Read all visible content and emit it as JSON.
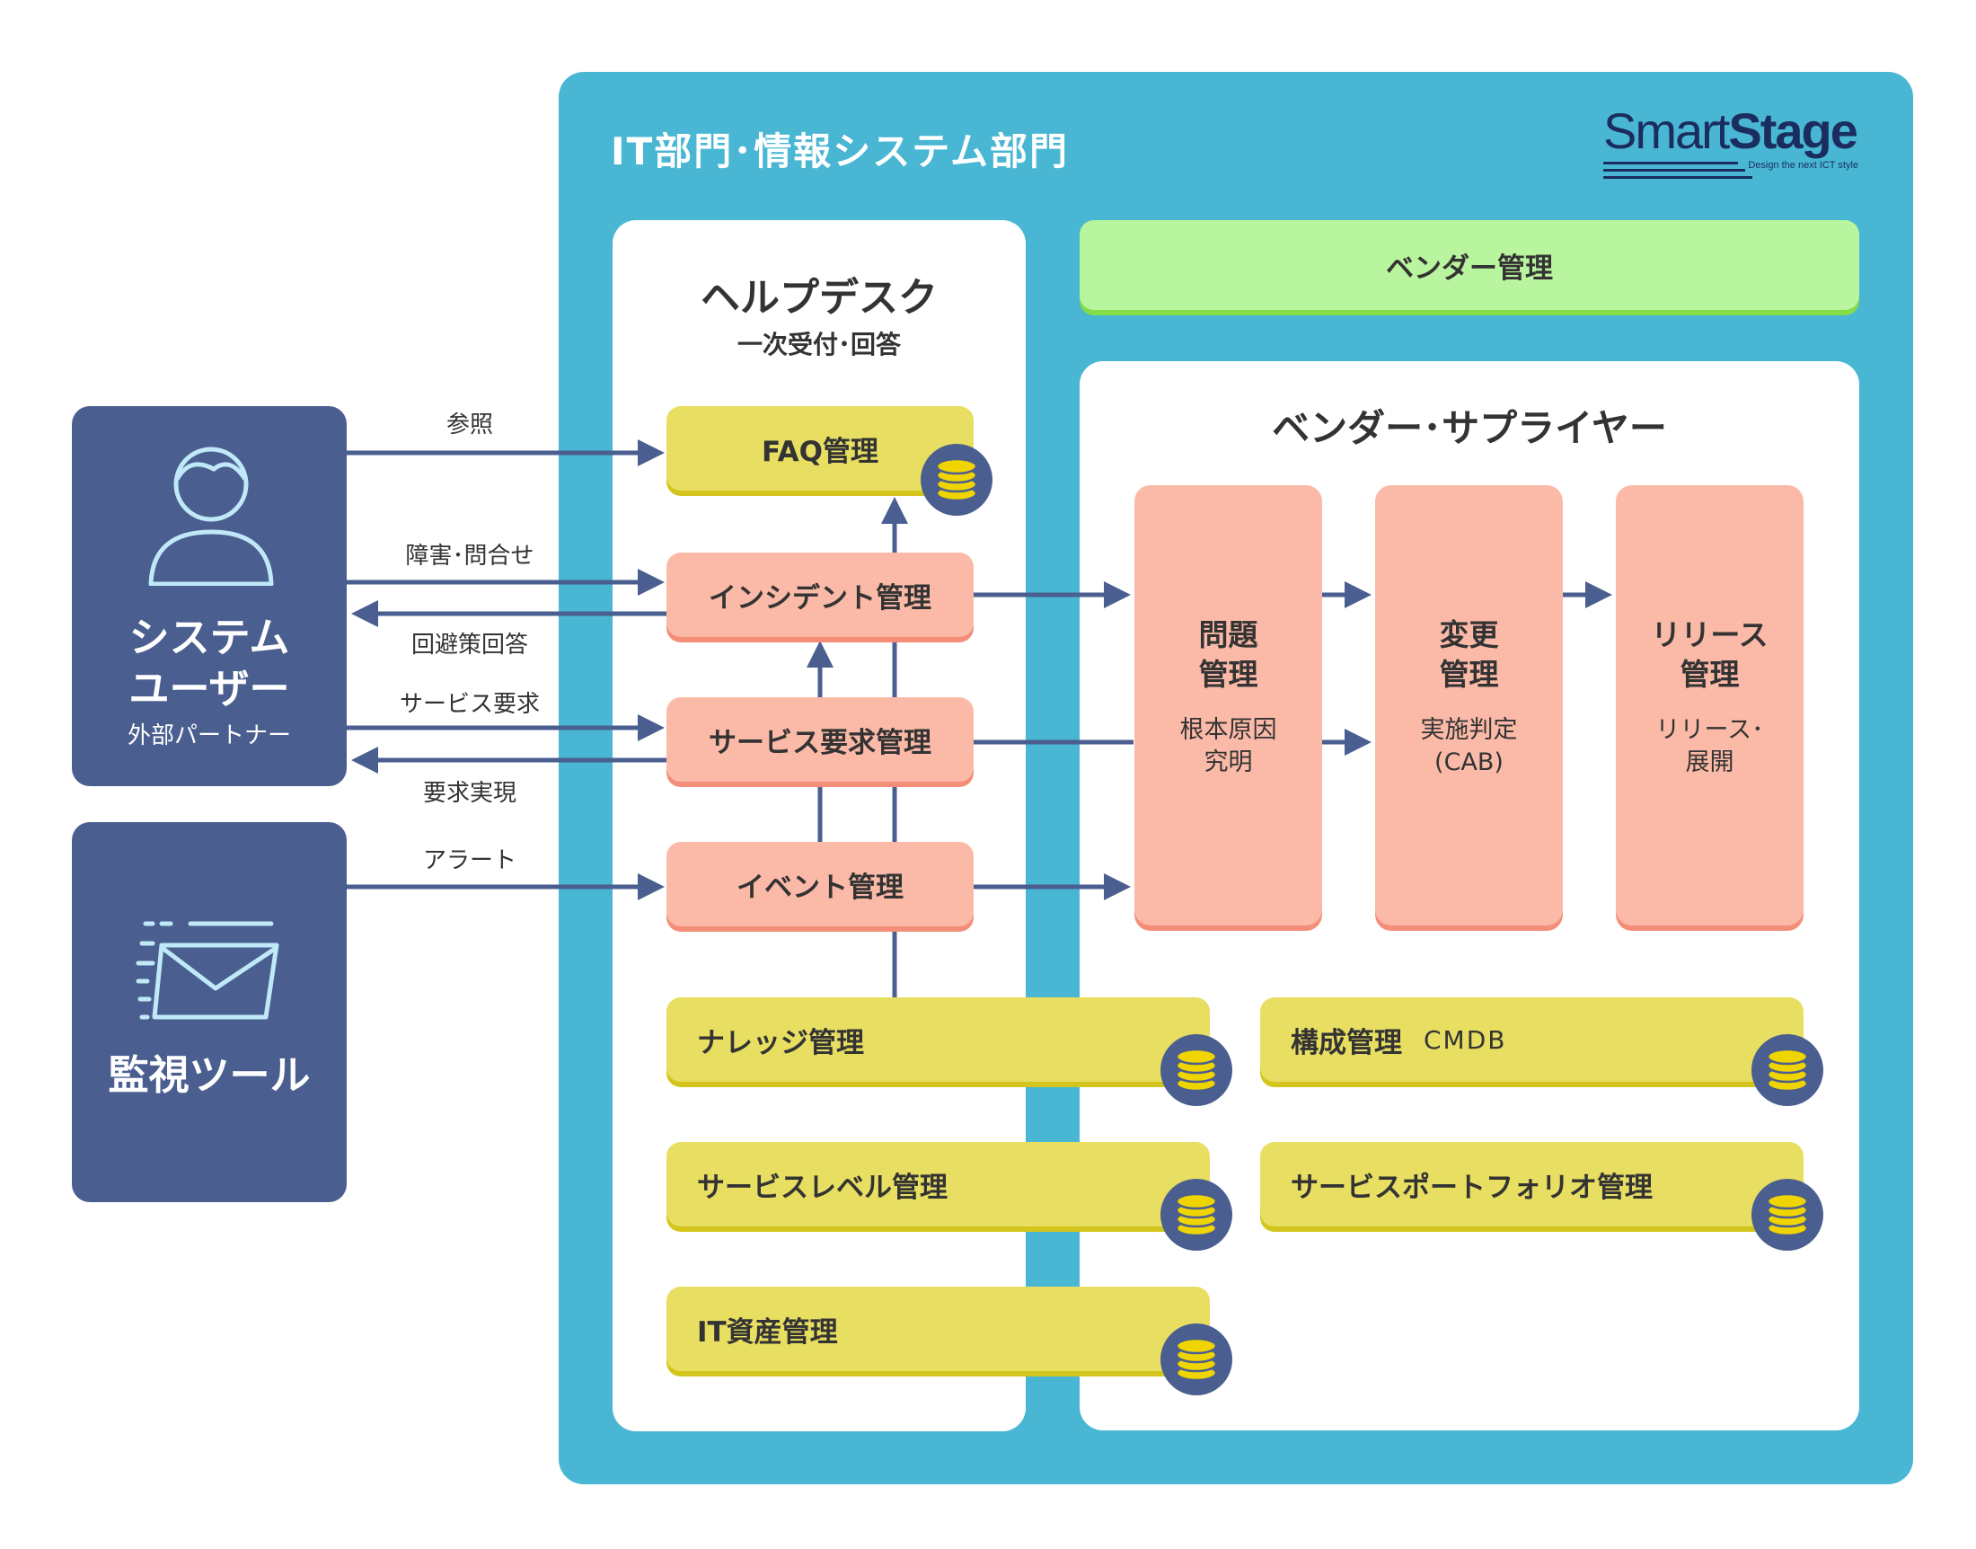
{
  "department": {
    "title": "IT部門･情報システム部門"
  },
  "logo": {
    "brand_light": "Smart",
    "brand_bold": "Stage",
    "tagline": "Design the next ICT style"
  },
  "helpdesk": {
    "title": "ヘルプデスク",
    "subtitle": "一次受付･回答"
  },
  "vendor_management": {
    "label": "ベンダー管理"
  },
  "vendor_supplier": {
    "title": "ベンダー･サプライヤー"
  },
  "system_user": {
    "title_line1": "システム",
    "title_line2": "ユーザー",
    "subtitle": "外部パートナー"
  },
  "monitoring_tool": {
    "title": "監視ツール"
  },
  "edge_labels": {
    "reference": "参照",
    "incident_inquiry": "障害･問合せ",
    "workaround_answer": "回避策回答",
    "service_request": "サービス要求",
    "request_fulfillment": "要求実現",
    "alert": "アラート"
  },
  "processes": {
    "faq": "FAQ管理",
    "incident": "インシデント管理",
    "service_request": "サービス要求管理",
    "event": "イベント管理",
    "knowledge": "ナレッジ管理",
    "service_level": "サービスレベル管理",
    "it_asset": "IT資産管理",
    "configuration": "構成管理",
    "configuration_sub": "CMDB",
    "service_portfolio": "サービスポートフォリオ管理"
  },
  "vendor_processes": {
    "problem": {
      "title_line1": "問題",
      "title_line2": "管理",
      "detail_line1": "根本原因",
      "detail_line2": "究明"
    },
    "change": {
      "title_line1": "変更",
      "title_line2": "管理",
      "detail_line1": "実施判定",
      "detail_line2": "(CAB)"
    },
    "release": {
      "title_line1": "リリース",
      "title_line2": "管理",
      "detail_line1": "リリース･",
      "detail_line2": "展開"
    }
  },
  "colors": {
    "it_frame": "#49b7d3",
    "user_box": "#4a5e8f",
    "process_pink": "#fbbaa7",
    "process_yellow": "#e7de62",
    "vendor_green": "#b9f49e",
    "arrow": "#4a5e8f",
    "database_icon": "database-icon"
  }
}
